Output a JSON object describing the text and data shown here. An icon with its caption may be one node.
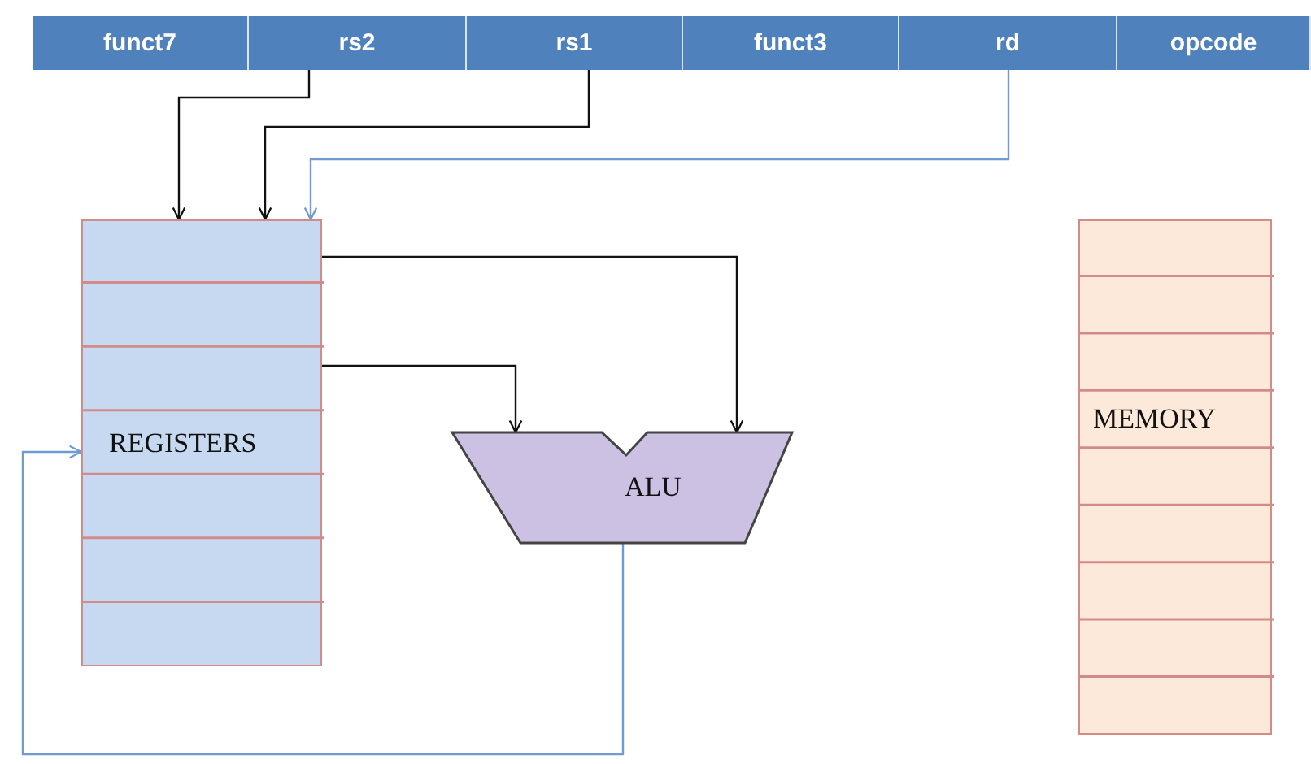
{
  "diagram": {
    "nodes": [
      {
        "text": [
          "funct7"
        ]
      },
      {
        "text": [
          "rs2"
        ]
      },
      {
        "text": [
          "rs1"
        ]
      },
      {
        "text": [
          "funct3"
        ]
      },
      {
        "text": [
          "rd"
        ]
      },
      {
        "text": [
          "opcode"
        ]
      },
      {
        "text": [
          "REGISTERS"
        ]
      },
      {
        "text": [
          "ALU"
        ]
      },
      {
        "text": [
          "MEMORY"
        ]
      }
    ],
    "edges": [
      {
        "from": 1,
        "to": 6,
        "arrow": "to"
      },
      {
        "from": 2,
        "to": 6,
        "arrow": "to"
      },
      {
        "from": 4,
        "to": 6,
        "arrow": "to",
        "color": "#6f9bd1"
      },
      {
        "from": 6,
        "to": 7,
        "arrow": "to"
      },
      {
        "from": 6,
        "to": 7,
        "arrow": "to"
      },
      {
        "from": 7,
        "to": 6,
        "arrow": "to",
        "color": "#6f9bd1"
      }
    ]
  }
}
